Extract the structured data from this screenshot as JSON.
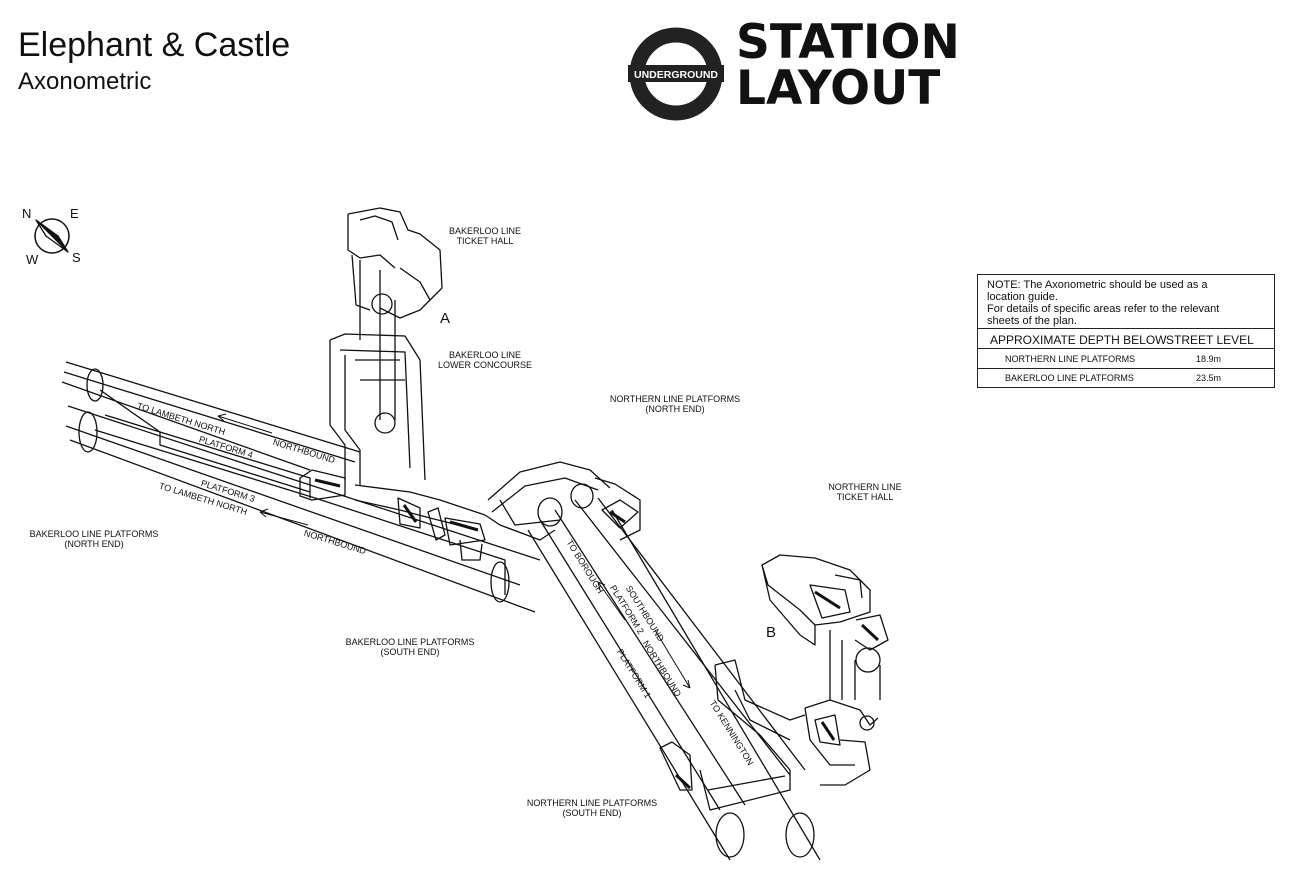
{
  "header": {
    "title": "Elephant & Castle",
    "subtitle": "Axonometric",
    "logo_bar_text": "UNDERGROUND",
    "logo_line1": "STATION",
    "logo_line2": "LAYOUT"
  },
  "compass": {
    "n": "N",
    "e": "E",
    "s": "S",
    "w": "W"
  },
  "note": {
    "text_line1": "NOTE: The Axonometric should be used as a",
    "text_line2": "location guide.",
    "text_line3": "For details of specific areas refer to the relevant",
    "text_line4": "sheets of the plan.",
    "depth_header_left": "APPROXIMATE DEPTH BELOW",
    "depth_header_right": "STREET LEVEL",
    "rows": [
      {
        "label": "NORTHERN LINE PLATFORMS",
        "value": "18.9m"
      },
      {
        "label": "BAKERLOO LINE PLATFORMS",
        "value": "23.5m"
      }
    ]
  },
  "labels": {
    "bakerloo_ticket_hall_1": "BAKERLOO LINE",
    "bakerloo_ticket_hall_2": "TICKET HALL",
    "bakerloo_lower_1": "BAKERLOO LINE",
    "bakerloo_lower_2": "LOWER CONCOURSE",
    "northern_north_1": "NORTHERN LINE PLATFORMS",
    "northern_north_2": "(NORTH END)",
    "northern_ticket_1": "NORTHERN LINE",
    "northern_ticket_2": "TICKET HALL",
    "bakerloo_north_1": "BAKERLOO LINE PLATFORMS",
    "bakerloo_north_2": "(NORTH END)",
    "bakerloo_south_1": "BAKERLOO LINE PLATFORMS",
    "bakerloo_south_2": "(SOUTH END)",
    "northern_south_1": "NORTHERN LINE PLATFORMS",
    "northern_south_2": "(SOUTH END)",
    "point_a": "A",
    "point_b": "B",
    "to_lambeth_north_1": "TO LAMBETH NORTH",
    "to_lambeth_north_2": "TO LAMBETH NORTH",
    "platform_4": "PLATFORM 4",
    "platform_3": "PLATFORM 3",
    "northbound_1": "NORTHBOUND",
    "northbound_2": "NORTHBOUND",
    "to_borough": "TO BOROUGH",
    "platform_2": "PLATFORM 2",
    "southbound": "SOUTHBOUND",
    "northbound_3": "NORTHBOUND",
    "platform_1": "PLATFORM 1",
    "to_kennington": "TO KENNINGTON"
  }
}
